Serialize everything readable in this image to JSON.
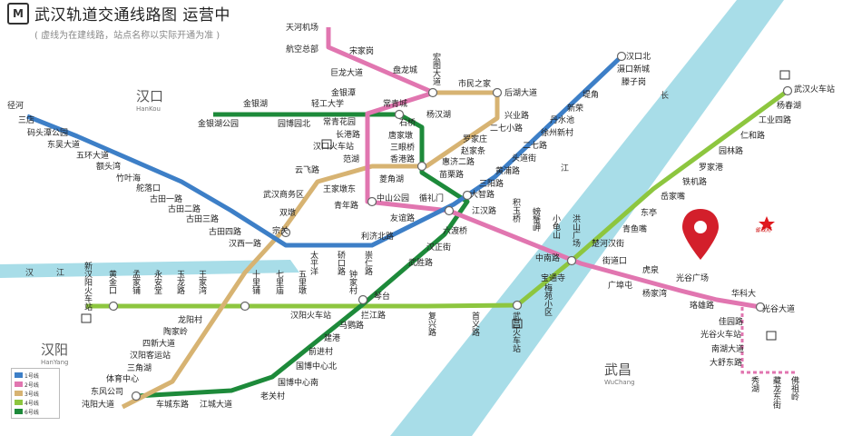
{
  "header": {
    "logo_glyph": "M",
    "title": "武汉轨道交通线路图  运营中",
    "subtitle": "( 虚线为在建线路，站点名称以实际开通为准 )"
  },
  "districts": [
    {
      "id": "hankou",
      "zh": "汉口",
      "en": "HanKou"
    },
    {
      "id": "hanyang",
      "zh": "汉阳",
      "en": "HanYang"
    },
    {
      "id": "wuchang",
      "zh": "武昌",
      "en": "WuChang"
    }
  ],
  "water_labels": [
    "汉",
    "江",
    "长",
    "江"
  ],
  "legend": [
    {
      "label": "1号线",
      "color": "#3d7fc7"
    },
    {
      "label": "2号线",
      "color": "#e176b0"
    },
    {
      "label": "3号线",
      "color": "#d7b372"
    },
    {
      "label": "4号线",
      "color": "#8dc63f"
    },
    {
      "label": "6号线",
      "color": "#1d8a3a"
    }
  ],
  "government_label": "省政府",
  "line_colors": {
    "line1": "#3d7fc7",
    "line2": "#e176b0",
    "line3": "#d7b372",
    "line4": "#8dc63f",
    "line6": "#1d8a3a",
    "river": "#9ed7e4",
    "marker": "#d31f2b",
    "star": "#e0191e"
  },
  "icons": [
    "station-transfer-icon",
    "railway-station-icon",
    "location-pin-icon",
    "government-star-icon",
    "metro-logo-icon"
  ],
  "stations": {
    "line1": [
      "径河",
      "三店",
      "码头潭公园",
      "东吴大道",
      "五环大道",
      "额头湾",
      "竹叶海",
      "舵落口",
      "古田一路",
      "古田二路",
      "古田三路",
      "古田四路",
      "汉西一路",
      "宗关",
      "利济北路",
      "友谊路",
      "循礼门",
      "大智路",
      "三阳路",
      "黄浦路",
      "头道街",
      "二七路",
      "徐州新村",
      "丹水池",
      "新荣",
      "堤角",
      "滕子岗",
      "汉口北",
      "滠口新城"
    ],
    "line2": [
      "天河机场",
      "航空总部",
      "宋家岗",
      "巨龙大道",
      "盘龙城",
      "宏图大道",
      "常青城",
      "金银潭",
      "常青花园",
      "长港路",
      "汉口火车站",
      "范湖",
      "王家墩东",
      "青年路",
      "中山公园",
      "循礼门",
      "江汉路",
      "积玉桥",
      "螃蟹岬",
      "小龟山",
      "洪山广场",
      "中南路",
      "宝通寺",
      "街道口",
      "广埠屯",
      "虎泉",
      "杨家湾",
      "光谷广场",
      "珞雄路",
      "华科大",
      "光谷大道",
      "佳园路",
      "光谷火车站",
      "南湖大道",
      "大舒东路",
      "秀湖",
      "藏龙东街",
      "佛祖岭"
    ],
    "line3": [
      "宏图大道",
      "市民之家",
      "后湖大道",
      "兴业路",
      "二七小路",
      "罗家庄",
      "赵家条",
      "惠济二路",
      "香港路",
      "菱角湖",
      "云飞路",
      "武汉商务区",
      "双墩",
      "宗关",
      "王家湾",
      "龙阳村",
      "陶家岭",
      "四新大道",
      "汉阳客运站",
      "三角湖",
      "体育中心",
      "东风公司",
      "沌阳大道"
    ],
    "line4": [
      "武汉火车站",
      "杨春湖",
      "工业四路",
      "仁和路",
      "园林路",
      "罗家港",
      "铁机路",
      "岳家嘴",
      "东亭",
      "青鱼嘴",
      "楚河汉街",
      "洪山广场",
      "首义路",
      "复兴路",
      "拦江路",
      "钟家村",
      "七里庙",
      "五里墩",
      "十里铺",
      "王家湾",
      "玉龙路",
      "永安堂",
      "孟家铺",
      "黄金口",
      "新汉阳火车站",
      "琴台",
      "梅苑小区",
      "武昌火车站"
    ],
    "line6": [
      "金银湖公园",
      "金银湖",
      "园博园北",
      "轻工大学",
      "常青城",
      "杨汉湖",
      "石桥",
      "唐家墩",
      "三眼桥",
      "香港路",
      "苗栗路",
      "大智路",
      "江汉路",
      "六渡桥",
      "汉正街",
      "武胜路",
      "琴台",
      "钟家村",
      "马鹦路",
      "建港",
      "前进村",
      "国博中心北",
      "国博中心南",
      "老关村",
      "江城大道",
      "车城东路",
      "东风公司"
    ]
  },
  "labels": {
    "l_tianhe": "天河机场",
    "l_hangkong": "航空总部",
    "l_songjia": "宋家岗",
    "l_julong": "巨龙大道",
    "l_panlong": "盘龙城",
    "l_hongtu": "宏图大道",
    "l_shimin": "市民之家",
    "l_houhu": "后湖大道",
    "l_hankoubei": "汉口北",
    "l_shekou": "滠口新城",
    "l_tengzi": "滕子岗",
    "l_dijiao": "堤角",
    "l_xinrong": "新荣",
    "l_danshui": "丹水池",
    "l_xuzhou": "徐州新村",
    "l_xingye": "兴业路",
    "l_erqixiao": "二七小路",
    "l_luojia": "罗家庄",
    "l_erqi": "二七路",
    "l_zhaojia": "赵家条",
    "l_toudao": "头道街",
    "l_jinyintan": "金银潭",
    "l_qinggong": "轻工大学",
    "l_changqing": "常青城",
    "l_yanghan": "杨汉湖",
    "l_jinyinhu": "金银湖",
    "l_jinyinhugy": "金银湖公园",
    "l_yuanbo": "园博园北",
    "l_cqhy": "常青花园",
    "l_shiqiao": "石桥",
    "l_changgang": "长港路",
    "l_tangjia": "唐家墩",
    "l_hkhcz": "汉口火车站",
    "l_sanyan": "三眼桥",
    "l_fanhu": "范湖",
    "l_hkroad": "香港路",
    "l_huiji": "惠济二路",
    "l_miaoli": "苗栗路",
    "l_huangpu": "黄浦路",
    "l_sanyang": "三阳路",
    "l_yunfei": "云飞路",
    "l_lingjiao": "菱角湖",
    "l_wjdd": "王家墩东",
    "l_dazhi": "大智路",
    "l_wuhanshangwu": "武汉商务区",
    "l_zhongshan": "中山公园",
    "l_xunli": "循礼门",
    "l_qingnian": "青年路",
    "l_shuangdun": "双墩",
    "l_youyi": "友谊路",
    "l_jianghan": "江汉路",
    "l_jiyuqiao": "积玉桥",
    "l_pangxie": "螃蟹岬",
    "l_xiaogui": "小龟山",
    "l_hongshan": "洪山广场",
    "l_chuhe": "楚河汉街",
    "l_qingyu": "青鱼嘴",
    "l_dongting": "东亭",
    "l_yuejia": "岳家嘴",
    "l_tieji": "铁机路",
    "l_luojiagang": "罗家港",
    "l_yuanlin": "园林路",
    "l_renhe": "仁和路",
    "l_gongye": "工业四路",
    "l_yangchun": "杨春湖",
    "l_whhcz": "武汉火车站",
    "l_zongguan": "宗关",
    "l_hanxi": "汉西一路",
    "l_lijibei": "利济北路",
    "l_liudu": "六渡桥",
    "l_hanzheng": "汉正街",
    "l_wusheng": "武胜路",
    "l_zhongnan": "中南路",
    "l_baotong": "宝通寺",
    "l_jiedao": "街道口",
    "l_guangbu": "广埠屯",
    "l_huquan": "虎泉",
    "l_yangjiawan": "杨家湾",
    "l_guangguguangchang": "光谷广场",
    "l_luoxiong": "珞雄路",
    "l_huake": "华科大",
    "l_guangguda": "光谷大道",
    "l_jiayuan": "佳园路",
    "l_gghcz": "光谷火车站",
    "l_nanhu": "南湖大道",
    "l_dashu": "大舒东路",
    "l_jinghe": "径河",
    "l_sandian": "三店",
    "l_matou": "码头潭公园",
    "l_dongwu": "东吴大道",
    "l_wuhuan": "五环大道",
    "l_etou": "额头湾",
    "l_zhuye": "竹叶海",
    "l_duoluo": "舵落口",
    "l_gutian1": "古田一路",
    "l_gutian2": "古田二路",
    "l_gutian3": "古田三路",
    "l_gutian4": "古田四路",
    "l_taipingyang": "太平洋",
    "l_qiaokou": "硚口路",
    "l_chongren": "崇仁路",
    "l_xinhanyang": "新汉阳火车站",
    "l_huangjin": "黄金口",
    "l_mengjia": "孟家铺",
    "l_yongan": "永安堂",
    "l_yulong": "玉龙路",
    "l_wangjiawan": "王家湾",
    "l_shili": "十里铺",
    "l_qili": "七里庙",
    "l_wuli": "五里墩",
    "l_zhongjia": "钟家村",
    "l_qintai": "琴台",
    "l_hanyanghcz": "汉阳火车站",
    "l_lanjiang": "拦江路",
    "l_fuxing": "复兴路",
    "l_shouyi": "首义路",
    "l_wuchanghcz": "武昌火车站",
    "l_meiyuan": "梅苑小区",
    "l_longyang": "龙阳村",
    "l_taojia": "陶家岭",
    "l_sixin": "四新大道",
    "l_hykyz": "汉阳客运站",
    "l_sanjiao": "三角湖",
    "l_tiyu": "体育中心",
    "l_dongfeng": "东风公司",
    "l_zhuanyang": "沌阳大道",
    "l_checheng": "车城东路",
    "l_jiangcheng": "江城大道",
    "l_laoguan": "老关村",
    "l_guobonan": "国博中心南",
    "l_guobobei": "国博中心北",
    "l_qianjin": "前进村",
    "l_jiangang": "建港",
    "l_mayingroad": "马鹦路",
    "l_xiuhu": "秀湖",
    "l_canglong": "藏龙东街",
    "l_fozu": "佛祖岭"
  }
}
